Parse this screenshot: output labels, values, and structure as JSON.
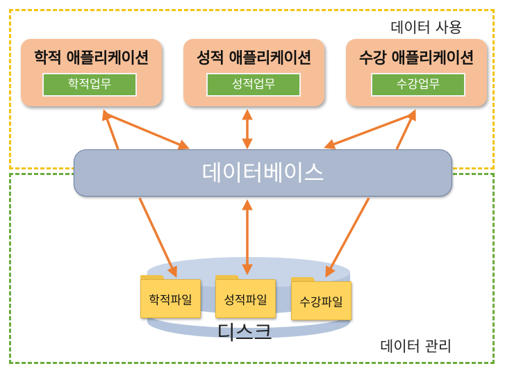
{
  "zones": {
    "use_label": "데이터 사용",
    "management_label": "데이터 관리"
  },
  "apps": [
    {
      "title": "학적 애플리케이션",
      "task": "학적업무"
    },
    {
      "title": "성적 애플리케이션",
      "task": "성적업무"
    },
    {
      "title": "수강 애플리케이션",
      "task": "수강업무"
    }
  ],
  "database": {
    "label": "데이터베이스"
  },
  "disk": {
    "label": "디스크",
    "files": [
      "학적파일",
      "성적파일",
      "수강파일"
    ]
  },
  "colors": {
    "use_zone": "#f2c30f",
    "management_zone": "#6aab3b",
    "app_box": "#f7bf98",
    "task_box": "#72ad47",
    "database": "#abb8cd",
    "disk": "#bccbe0",
    "folder": "#ffd45e",
    "arrow": "#ed7d31"
  }
}
